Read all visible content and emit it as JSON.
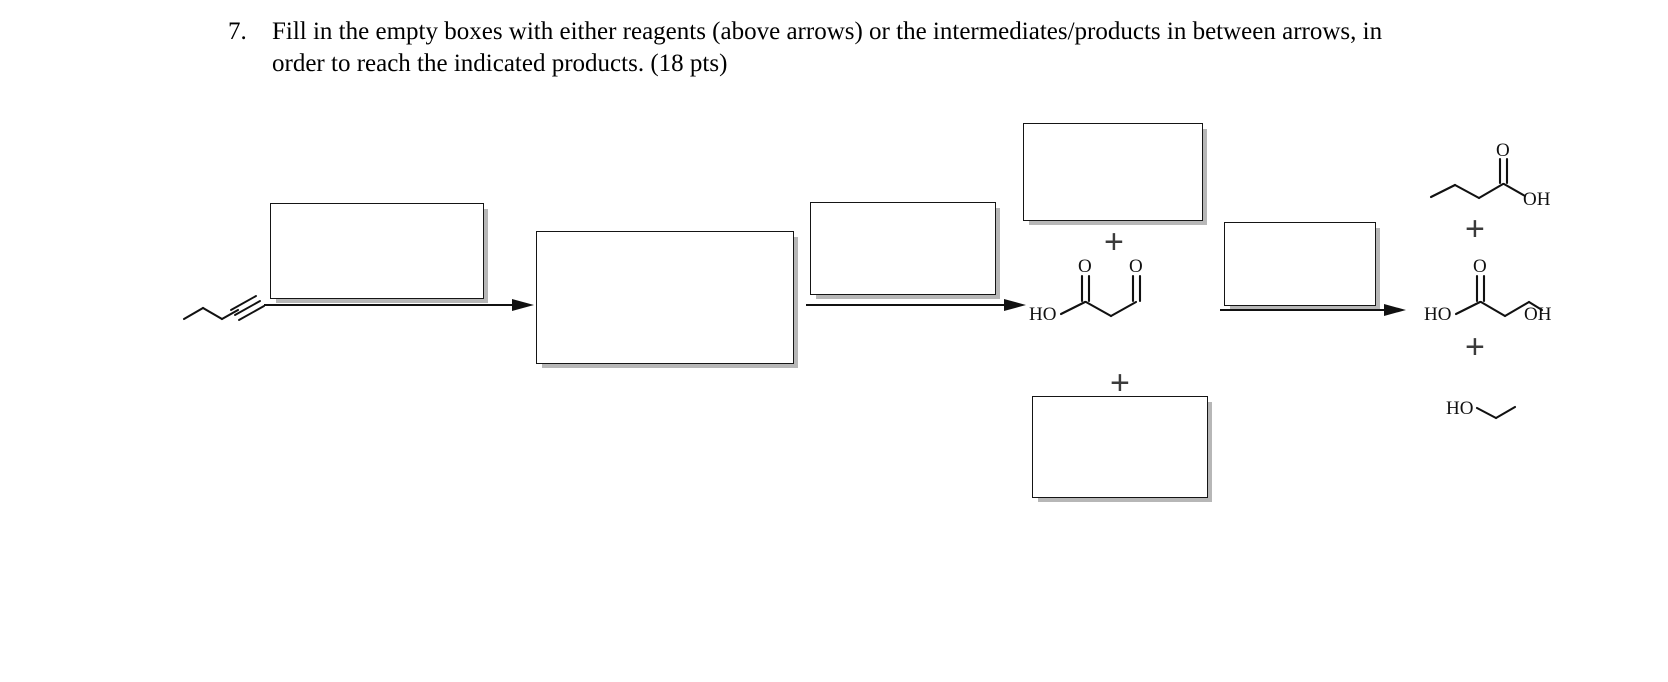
{
  "question": {
    "number": "7.",
    "text": "Fill in the empty boxes with either reagents (above arrows) or the intermediates/products in between arrows, in order to reach the indicated products. (18 pts)",
    "points": "18 pts"
  },
  "scheme": {
    "type": "reaction-scheme",
    "starting_material": {
      "name": "pent-1-yne",
      "label": "",
      "description": "terminal alkyne, zigzag propyl chain with C≡C triple bond"
    },
    "answer_boxes": [
      {
        "id": "box-reagent-1",
        "role": "reagent-above-arrow-1",
        "value": ""
      },
      {
        "id": "box-intermediate-1",
        "role": "intermediate-after-arrow-1",
        "value": ""
      },
      {
        "id": "box-reagent-2",
        "role": "reagent-above-arrow-2",
        "value": ""
      },
      {
        "id": "box-product-upper",
        "role": "product-set-2-upper",
        "value": ""
      },
      {
        "id": "box-product-lower",
        "role": "product-set-2-lower",
        "value": ""
      },
      {
        "id": "box-reagent-3",
        "role": "reagent-above-arrow-3",
        "value": ""
      }
    ],
    "arrows": [
      {
        "id": "arrow-1",
        "label": ""
      },
      {
        "id": "arrow-2",
        "label": ""
      },
      {
        "id": "arrow-3",
        "label": ""
      }
    ],
    "plus_signs": [
      {
        "id": "plus-middle-upper",
        "glyph": "+"
      },
      {
        "id": "plus-middle-lower",
        "glyph": "+"
      },
      {
        "id": "plus-product-upper",
        "glyph": "+"
      },
      {
        "id": "plus-product-lower",
        "glyph": "+"
      }
    ],
    "given_structures": [
      {
        "id": "malonic-semialdehyde",
        "name": "3-oxopropanoic acid",
        "position": "middle-column",
        "labels": {
          "carbonyl_o": "O",
          "aldehyde_o": "O",
          "hydroxyl": "HO"
        }
      }
    ],
    "final_products": [
      {
        "id": "butanoic-acid",
        "name": "butanoic acid",
        "labels": {
          "carbonyl_o": "O",
          "hydroxyl": "OH"
        }
      },
      {
        "id": "3-hydroxypropanoic-acid",
        "name": "3-hydroxypropanoic acid",
        "labels": {
          "carbonyl_o": "O",
          "acid_hydroxyl": "HO",
          "alcohol_hydroxyl": "OH"
        }
      },
      {
        "id": "ethanol",
        "name": "ethanol",
        "labels": {
          "hydroxyl": "HO"
        }
      }
    ]
  },
  "colors": {
    "ink": "#111111",
    "box_border": "#151515",
    "box_shadow": "#b7b7b7",
    "plus": "#3b3b3b",
    "background": "#ffffff"
  }
}
